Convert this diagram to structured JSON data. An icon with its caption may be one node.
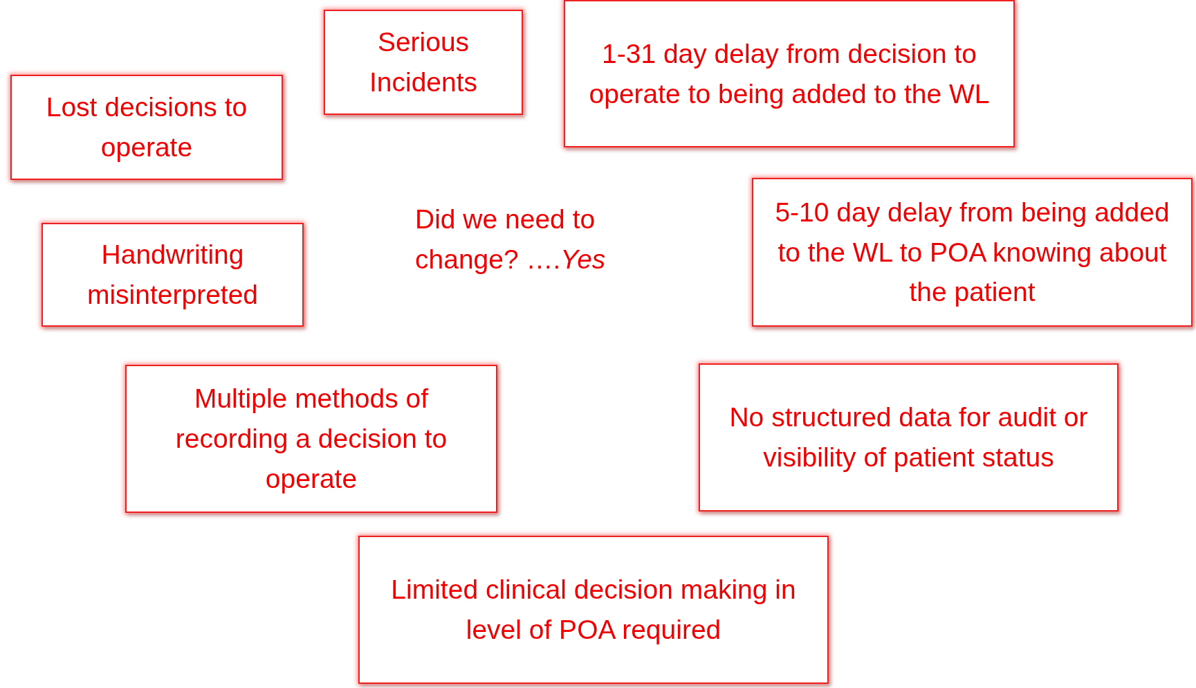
{
  "diagram": {
    "nodes": [
      {
        "text": [
          "Lost decisions to operate"
        ]
      },
      {
        "text": [
          "Serious Incidents"
        ]
      },
      {
        "text": [
          "1-31 day delay from decision to operate to being added to the WL"
        ]
      },
      {
        "text": [
          "Handwriting misinterpreted"
        ]
      },
      {
        "text": [
          "5-10 day delay from being added to the WL to POA knowing about the patient"
        ]
      },
      {
        "text": [
          "Multiple methods of recording a decision to operate"
        ]
      },
      {
        "text": [
          "No structured data for audit or visibility of patient status"
        ]
      },
      {
        "text": [
          "Limited clinical decision making in level of POA required"
        ]
      }
    ],
    "labels": [
      "Did we need to change? ….*Yes*"
    ]
  }
}
